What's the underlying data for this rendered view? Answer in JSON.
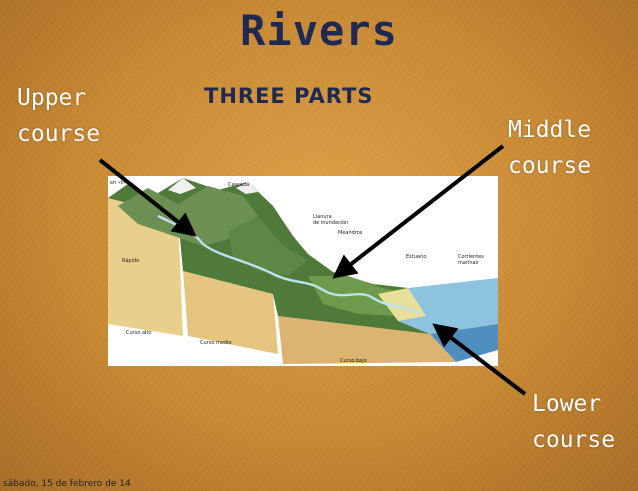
{
  "slide": {
    "title": "Rivers",
    "subtitle": "THREE PARTS",
    "footer": "sábado, 15 de febrero de 14"
  },
  "labels": {
    "upper": [
      "Upper",
      "course"
    ],
    "middle": [
      "Middle",
      "course"
    ],
    "lower": [
      "Lower",
      "course"
    ]
  },
  "diagram": {
    "labels": {
      "source": "en «ll»",
      "waterfall": "Cascada",
      "rapids": "Rápido",
      "floodplain_1": "Llanura",
      "floodplain_2": "de inundación",
      "meanders": "Meandros",
      "estuary": "Estuario",
      "currents_1": "Corrientes",
      "currents_2": "marinas",
      "upper_course": "Curso alto",
      "middle_course": "Curso medio",
      "lower_course": "Curso bajo"
    }
  },
  "colors": {
    "background": "#c98a35",
    "title": "#1e2a52",
    "label": "#ffffff",
    "arrow": "#000000"
  }
}
